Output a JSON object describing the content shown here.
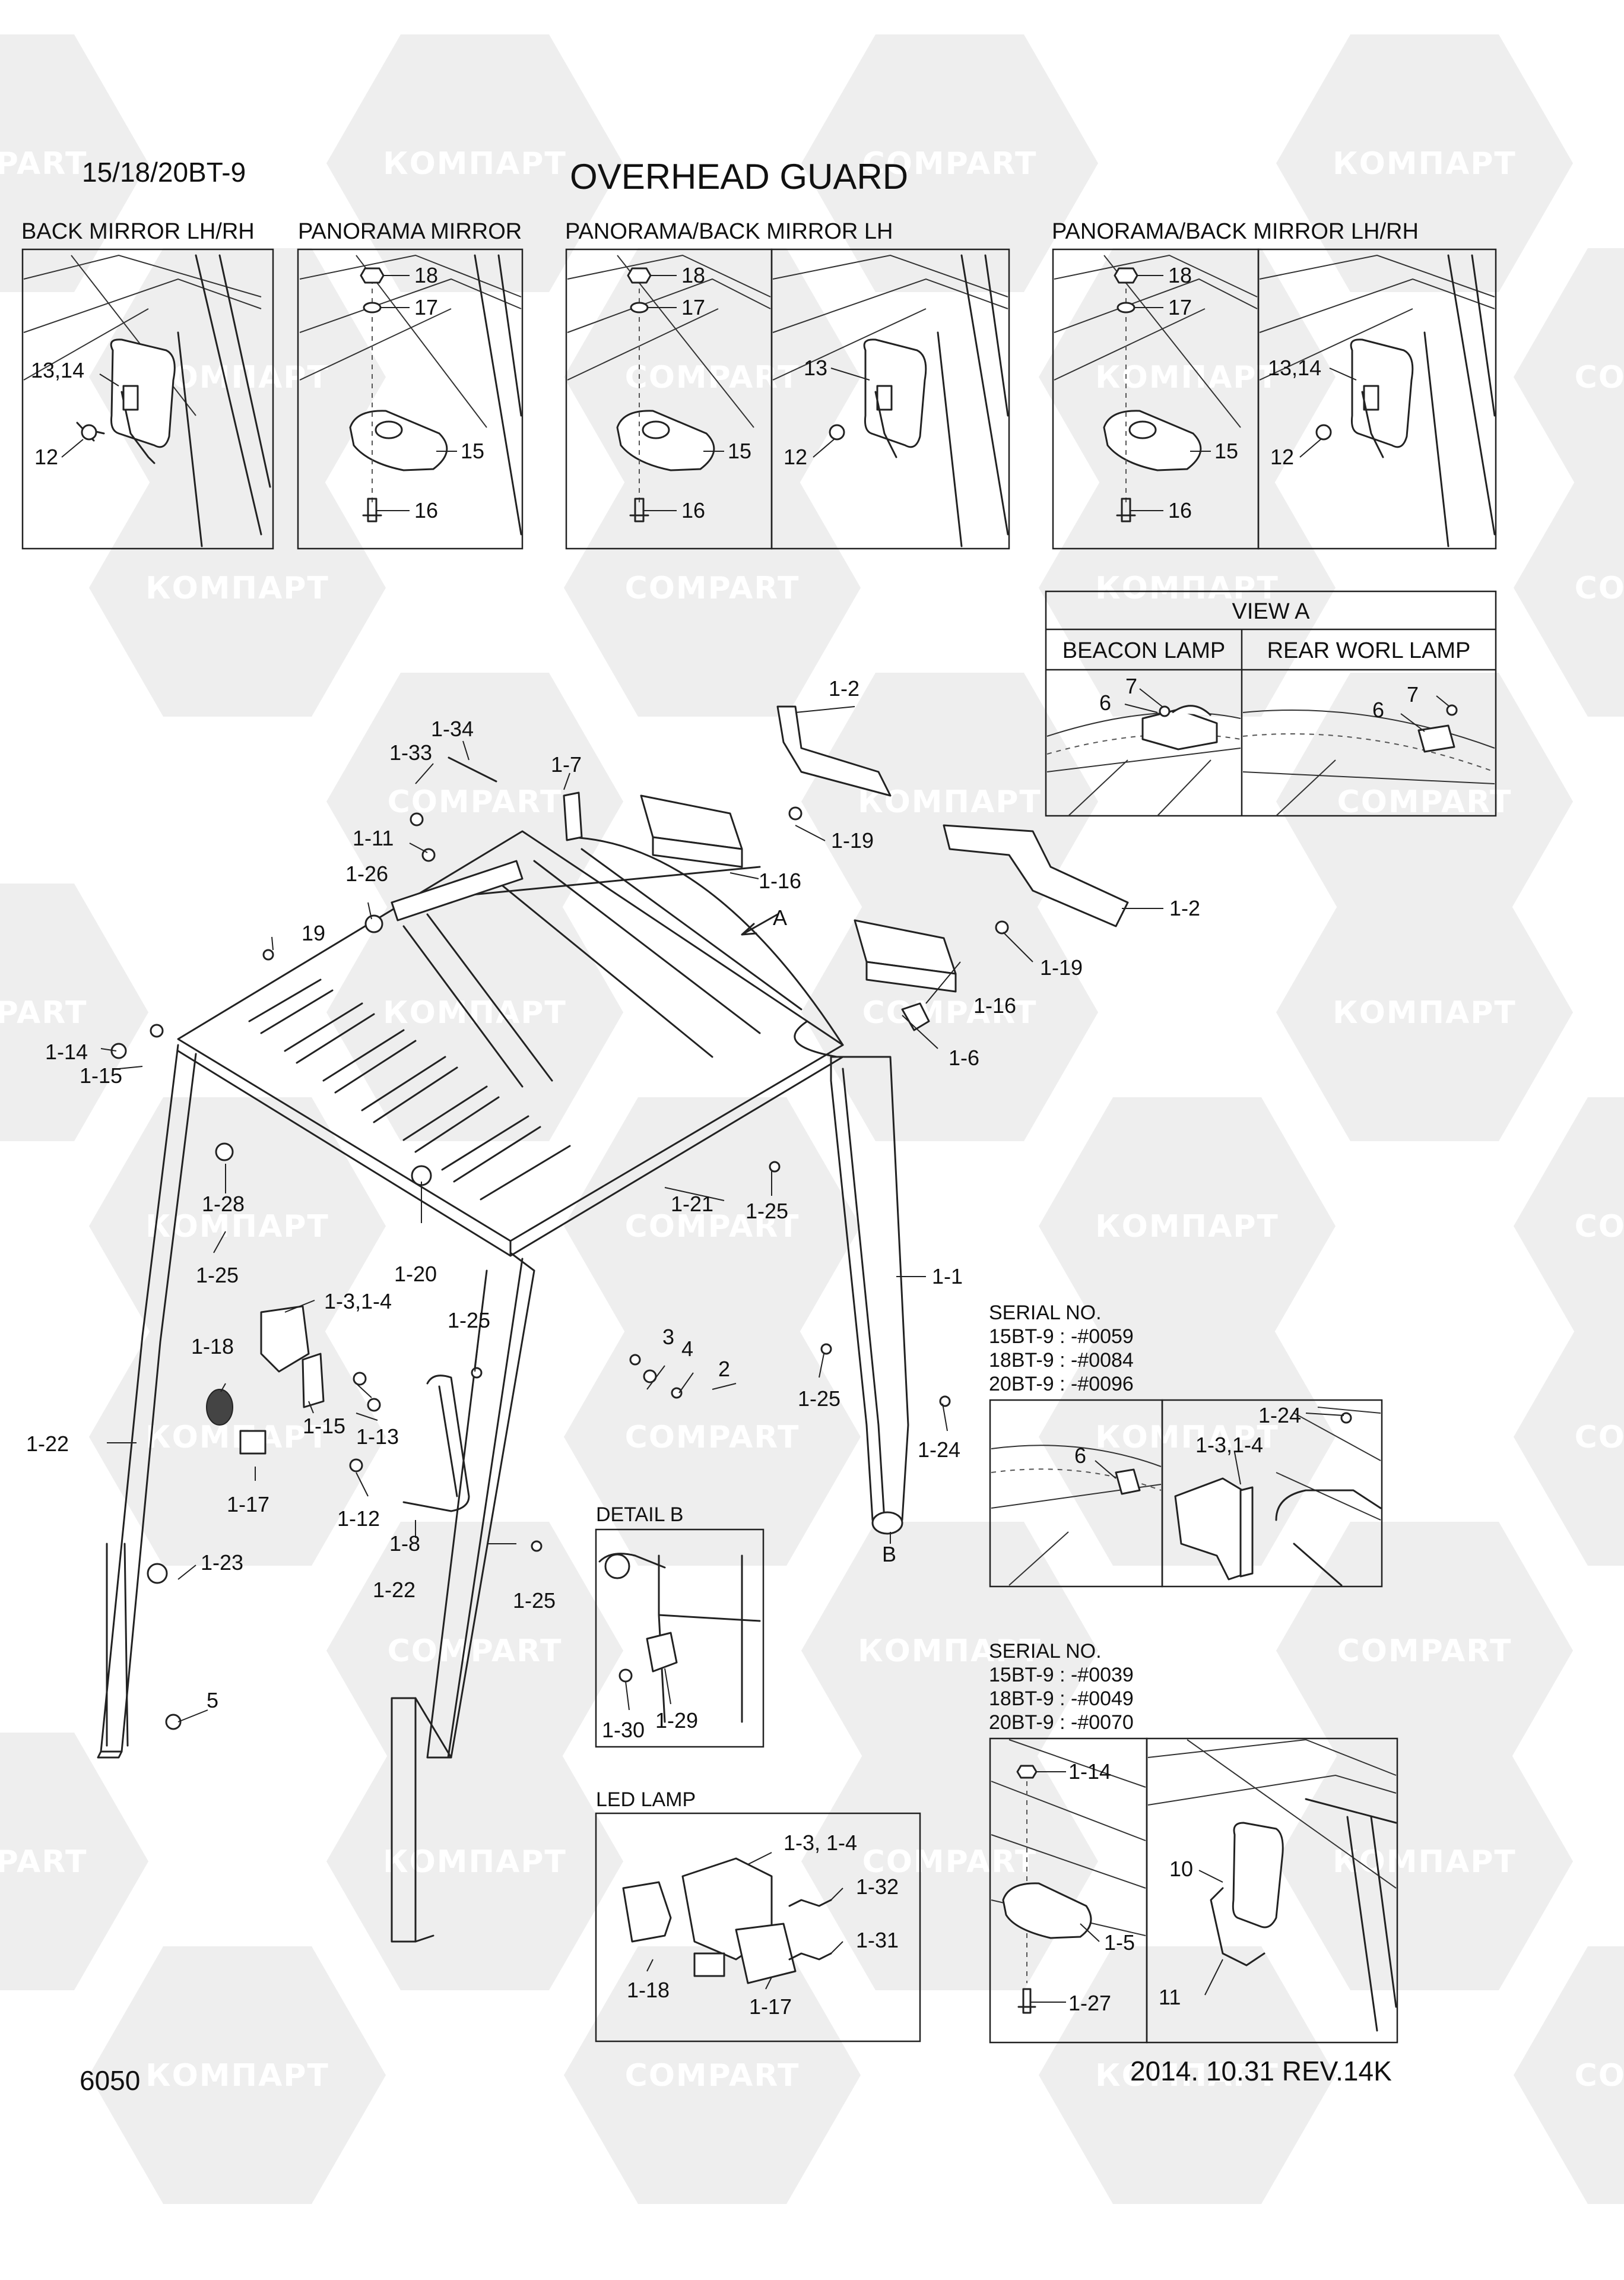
{
  "header": {
    "model": "15/18/20BT-9",
    "title": "OVERHEAD GUARD"
  },
  "top_panels": {
    "back_mirror": "BACK MIRROR LH/RH",
    "panorama_mirror": "PANORAMA MIRROR",
    "panorama_back_lh": "PANORAMA/BACK MIRROR LH",
    "panorama_back_lhrh": "PANORAMA/BACK MIRROR LH/RH"
  },
  "view_a": {
    "title": "VIEW A",
    "beacon": "BEACON LAMP",
    "rear": "REAR WORL LAMP"
  },
  "serial_1": {
    "title": "SERIAL NO.",
    "lines": [
      "15BT-9 : -#0059",
      "18BT-9 : -#0084",
      "20BT-9 : -#0096"
    ]
  },
  "serial_2": {
    "title": "SERIAL NO.",
    "lines": [
      "15BT-9 : -#0039",
      "18BT-9 : -#0049",
      "20BT-9 : -#0070"
    ]
  },
  "detail_b": {
    "title": "DETAIL B"
  },
  "led_lamp": {
    "title": "LED LAMP"
  },
  "watermark": {
    "latin": "COMPART",
    "cyrillic": "КОМПАРТ"
  },
  "footer": {
    "page": "6050",
    "date_rev": "2014. 10.31  REV.14K"
  },
  "part_labels": {
    "p_13_14a": "13,14",
    "p_12a": "12",
    "p_18a": "18",
    "p_17a": "17",
    "p_15a": "15",
    "p_16a": "16",
    "p_18b": "18",
    "p_17b": "17",
    "p_15b": "15",
    "p_16b": "16",
    "p_13b": "13",
    "p_12b": "12",
    "p_18c": "18",
    "p_17c": "17",
    "p_15c": "15",
    "p_16c": "16",
    "p_13_14c": "13,14",
    "p_12c": "12",
    "v_7a": "7",
    "v_6a": "6",
    "v_7b": "7",
    "v_6b": "6",
    "m_1_2a": "1-2",
    "m_1_2b": "1-2",
    "m_1_34": "1-34",
    "m_1_33": "1-33",
    "m_1_7": "1-7",
    "m_1_19a": "1-19",
    "m_1_19b": "1-19",
    "m_1_16a": "1-16",
    "m_1_16b": "1-16",
    "m_1_11": "1-11",
    "m_1_26": "1-26",
    "m_19": "19",
    "m_A": "A",
    "m_1_14": "1-14",
    "m_1_15a": "1-15",
    "m_1_6": "1-6",
    "m_1_21": "1-21",
    "m_1_28": "1-28",
    "m_1_25a": "1-25",
    "m_1_25b": "1-25",
    "m_1_25c": "1-25",
    "m_1_25d": "1-25",
    "m_1_25e": "1-25",
    "m_1_20": "1-20",
    "m_1_1": "1-1",
    "m_1_3_4": "1-3,1-4",
    "m_1_18": "1-18",
    "m_1_15b": "1-15",
    "m_1_13": "1-13",
    "m_1_22a": "1-22",
    "m_1_22b": "1-22",
    "m_1_17": "1-17",
    "m_1_12": "1-12",
    "m_1_8": "1-8",
    "m_1_23": "1-23",
    "m_5": "5",
    "m_3": "3",
    "m_4": "4",
    "m_2": "2",
    "m_1_24": "1-24",
    "m_B": "B",
    "s1_1_24": "1-24",
    "s1_6": "6",
    "s1_1_3_4": "1-3,1-4",
    "d_1_30": "1-30",
    "d_1_29": "1-29",
    "l_1_3_4": "1-3, 1-4",
    "l_1_32": "1-32",
    "l_1_31": "1-31",
    "l_1_18": "1-18",
    "l_1_17": "1-17",
    "s2_1_14": "1-14",
    "s2_10": "10",
    "s2_1_5": "1-5",
    "s2_11": "11",
    "s2_1_27": "1-27"
  }
}
